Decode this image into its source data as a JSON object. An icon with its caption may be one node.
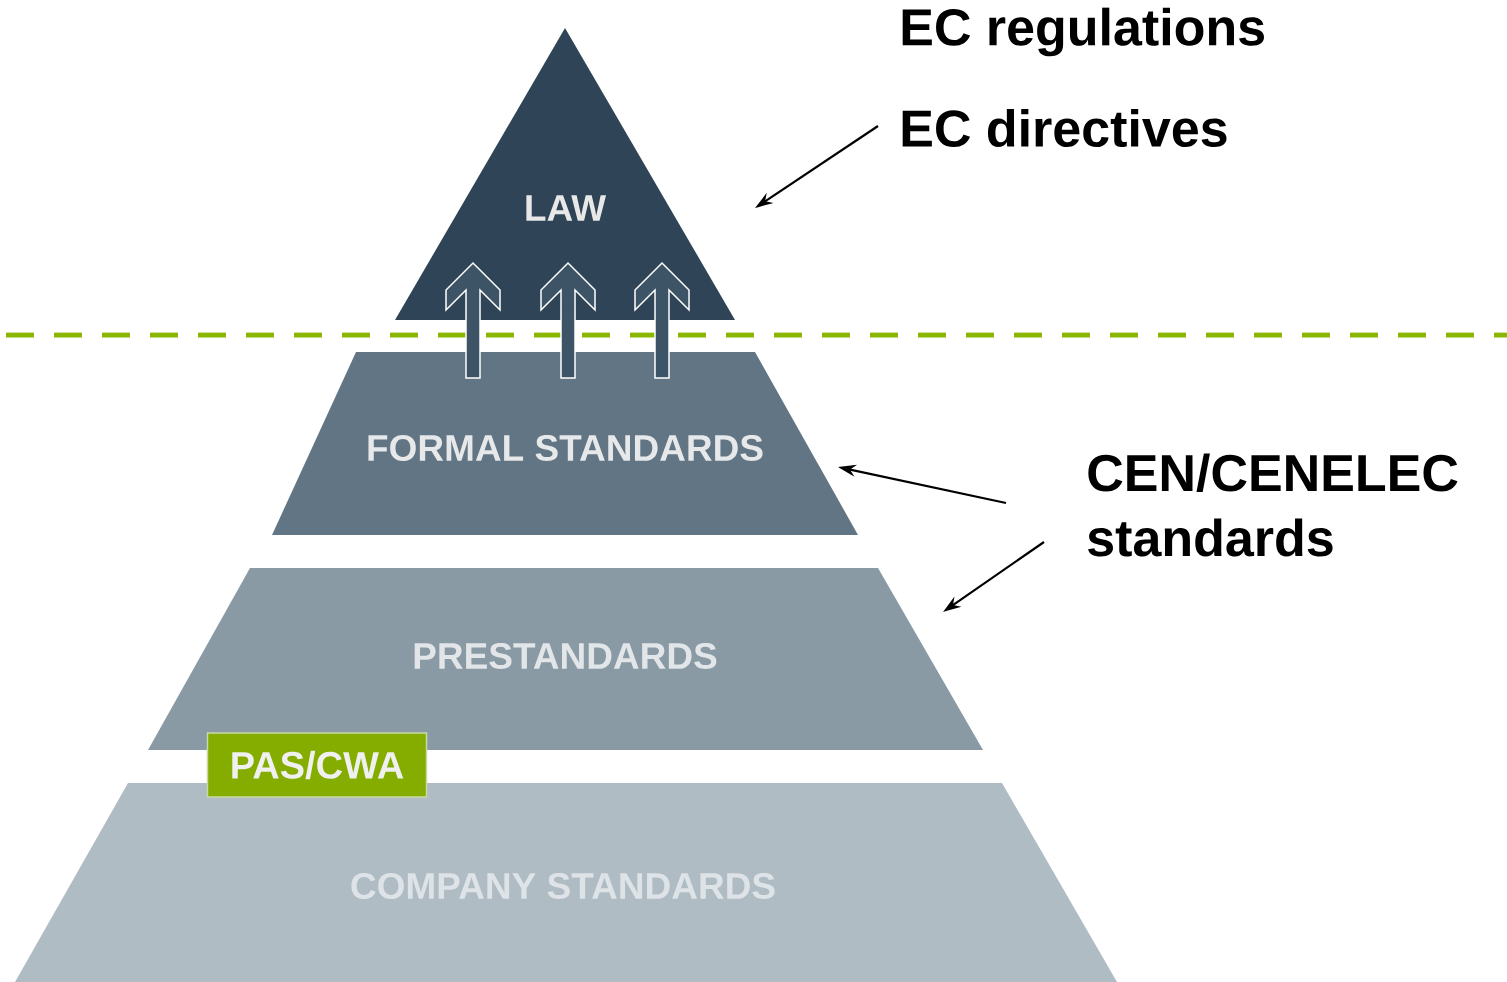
{
  "diagram": {
    "nodes": [
      {
        "text": [
          "LAW"
        ]
      },
      {
        "text": [
          "FORMAL STANDARDS"
        ]
      },
      {
        "text": [
          "PRESTANDARDS"
        ]
      },
      {
        "text": [
          "COMPANY STANDARDS"
        ]
      },
      {
        "text": [
          "PAS/CWA"
        ]
      },
      {
        "text": [
          "EC regulations"
        ]
      },
      {
        "text": [
          "EC directives"
        ]
      },
      {
        "text": [
          "CEN/CENELEC standards"
        ]
      }
    ],
    "edges": [
      {
        "from": 6,
        "to": 0,
        "arrow": "to"
      },
      {
        "from": 7,
        "to": 1,
        "arrow": "to"
      },
      {
        "from": 7,
        "to": 2,
        "arrow": "to"
      },
      {
        "from": 1,
        "to": 0,
        "arrow": "to",
        "style": "thick"
      },
      {
        "from": 1,
        "to": 0,
        "arrow": "to",
        "style": "thick"
      },
      {
        "from": 1,
        "to": 0,
        "arrow": "to",
        "style": "thick"
      }
    ]
  }
}
